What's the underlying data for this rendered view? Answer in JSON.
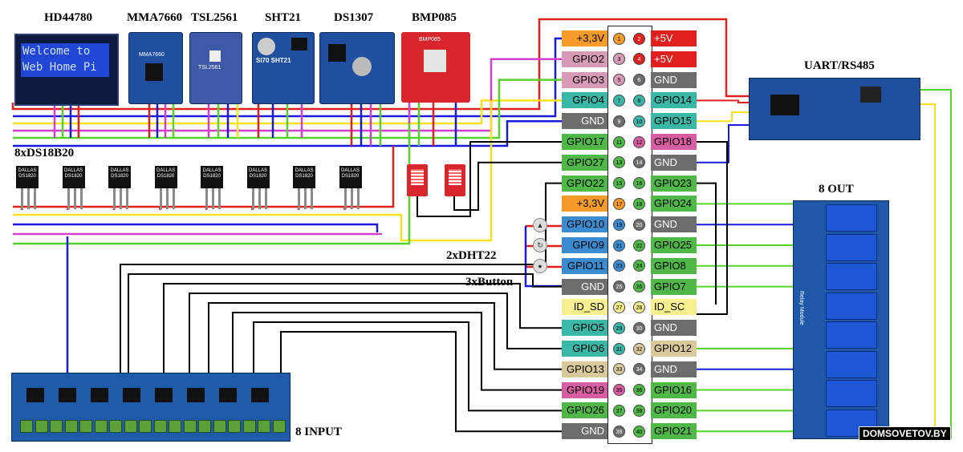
{
  "labels": {
    "hd44780": "HD44780",
    "mma7660": "MMA7660",
    "tsl2561": "TSL2561",
    "sht21": "SHT21",
    "ds1307": "DS1307",
    "bmp085": "BMP085",
    "uart": "UART/RS485",
    "ds18b20": "8xDS18B20",
    "out": "8 OUT",
    "dht22": "2xDHT22",
    "button": "3xButton",
    "input": "8 INPUT",
    "watermark": "DOMSOVETOV.BY"
  },
  "lcd": {
    "line1": "Welcome to",
    "line2": "Web Home Pi"
  },
  "module_text": {
    "mma": "MMA7660",
    "tsl": "TSL2561",
    "sht": "SI70 SHT21",
    "bmp": "BMP085",
    "ds18": "DALLAS DS1820",
    "relay": "Relay Module"
  },
  "header": {
    "left": [
      {
        "num": "1",
        "label": "+3,3V",
        "cls": "c-power3"
      },
      {
        "num": "3",
        "label": "GPIO2",
        "cls": "c-i2c"
      },
      {
        "num": "5",
        "label": "GPIO3",
        "cls": "c-i2c"
      },
      {
        "num": "7",
        "label": "GPIO4",
        "cls": "c-uart"
      },
      {
        "num": "9",
        "label": "GND",
        "cls": "c-gnd"
      },
      {
        "num": "11",
        "label": "GPIO17",
        "cls": "c-gpio"
      },
      {
        "num": "13",
        "label": "GPIO27",
        "cls": "c-gpio"
      },
      {
        "num": "15",
        "label": "GPIO22",
        "cls": "c-gpio"
      },
      {
        "num": "17",
        "label": "+3,3V",
        "cls": "c-power3"
      },
      {
        "num": "19",
        "label": "GPIO10",
        "cls": "c-spi"
      },
      {
        "num": "21",
        "label": "GPIO9",
        "cls": "c-spi"
      },
      {
        "num": "23",
        "label": "GPIO11",
        "cls": "c-spi"
      },
      {
        "num": "25",
        "label": "GND",
        "cls": "c-gnd"
      },
      {
        "num": "27",
        "label": "ID_SD",
        "cls": "c-id"
      },
      {
        "num": "29",
        "label": "GPIO5",
        "cls": "c-uart"
      },
      {
        "num": "31",
        "label": "GPIO6",
        "cls": "c-uart"
      },
      {
        "num": "33",
        "label": "GPIO13",
        "cls": "c-pcm"
      },
      {
        "num": "35",
        "label": "GPIO19",
        "cls": "c-pink"
      },
      {
        "num": "37",
        "label": "GPIO26",
        "cls": "c-gpio"
      },
      {
        "num": "39",
        "label": "GND",
        "cls": "c-gnd"
      }
    ],
    "right": [
      {
        "num": "2",
        "label": "+5V",
        "cls": "c-power5"
      },
      {
        "num": "4",
        "label": "+5V",
        "cls": "c-power5"
      },
      {
        "num": "6",
        "label": "GND",
        "cls": "c-gnd"
      },
      {
        "num": "8",
        "label": "GPIO14",
        "cls": "c-uart"
      },
      {
        "num": "10",
        "label": "GPIO15",
        "cls": "c-uart"
      },
      {
        "num": "12",
        "label": "GPIO18",
        "cls": "c-pink"
      },
      {
        "num": "14",
        "label": "GND",
        "cls": "c-gnd"
      },
      {
        "num": "16",
        "label": "GPIO23",
        "cls": "c-gpio"
      },
      {
        "num": "18",
        "label": "GPIO24",
        "cls": "c-gpio"
      },
      {
        "num": "20",
        "label": "GND",
        "cls": "c-gnd"
      },
      {
        "num": "22",
        "label": "GPIO25",
        "cls": "c-gpio"
      },
      {
        "num": "24",
        "label": "GPIO8",
        "cls": "c-gpio"
      },
      {
        "num": "26",
        "label": "GPIO7",
        "cls": "c-gpio"
      },
      {
        "num": "28",
        "label": "ID_SC",
        "cls": "c-id"
      },
      {
        "num": "30",
        "label": "GND",
        "cls": "c-gnd"
      },
      {
        "num": "32",
        "label": "GPIO12",
        "cls": "c-pcm"
      },
      {
        "num": "34",
        "label": "GND",
        "cls": "c-gnd"
      },
      {
        "num": "36",
        "label": "GPIO16",
        "cls": "c-gpio"
      },
      {
        "num": "38",
        "label": "GPIO20",
        "cls": "c-gpio"
      },
      {
        "num": "40",
        "label": "GPIO21",
        "cls": "c-gpio"
      }
    ]
  },
  "colors": {
    "power5": "#e0201e",
    "ground": "#1a1adc",
    "power3": "#f5e21c",
    "sda": "#d23ed0",
    "scl": "#56d32a",
    "signal": "#000000",
    "relay_wire": "#56d32a"
  }
}
